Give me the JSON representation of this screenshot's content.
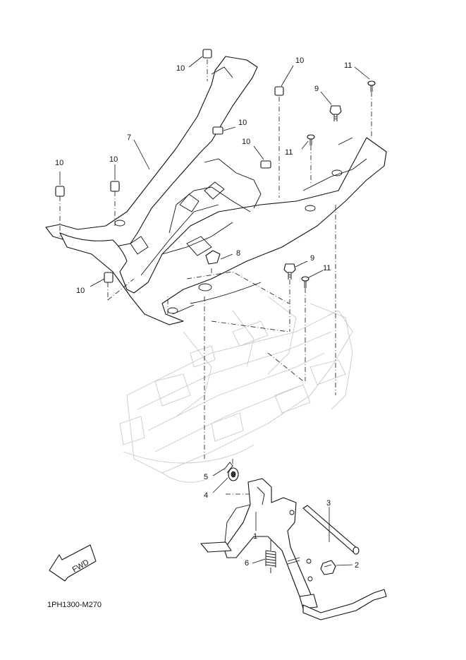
{
  "diagram": {
    "drawing_code": "1PH1300-M270",
    "direction_badge": "FWD",
    "callouts": {
      "c1": "1",
      "c2": "2",
      "c3": "3",
      "c4": "4",
      "c5": "5",
      "c6": "6",
      "c7": "7",
      "c8": "8",
      "c9a": "9",
      "c9b": "9",
      "c10a": "10",
      "c10b": "10",
      "c10c": "10",
      "c10d": "10",
      "c10e": "10",
      "c10f": "10",
      "c10g": "10",
      "c11a": "11",
      "c11b": "11",
      "c11c": "11"
    }
  }
}
